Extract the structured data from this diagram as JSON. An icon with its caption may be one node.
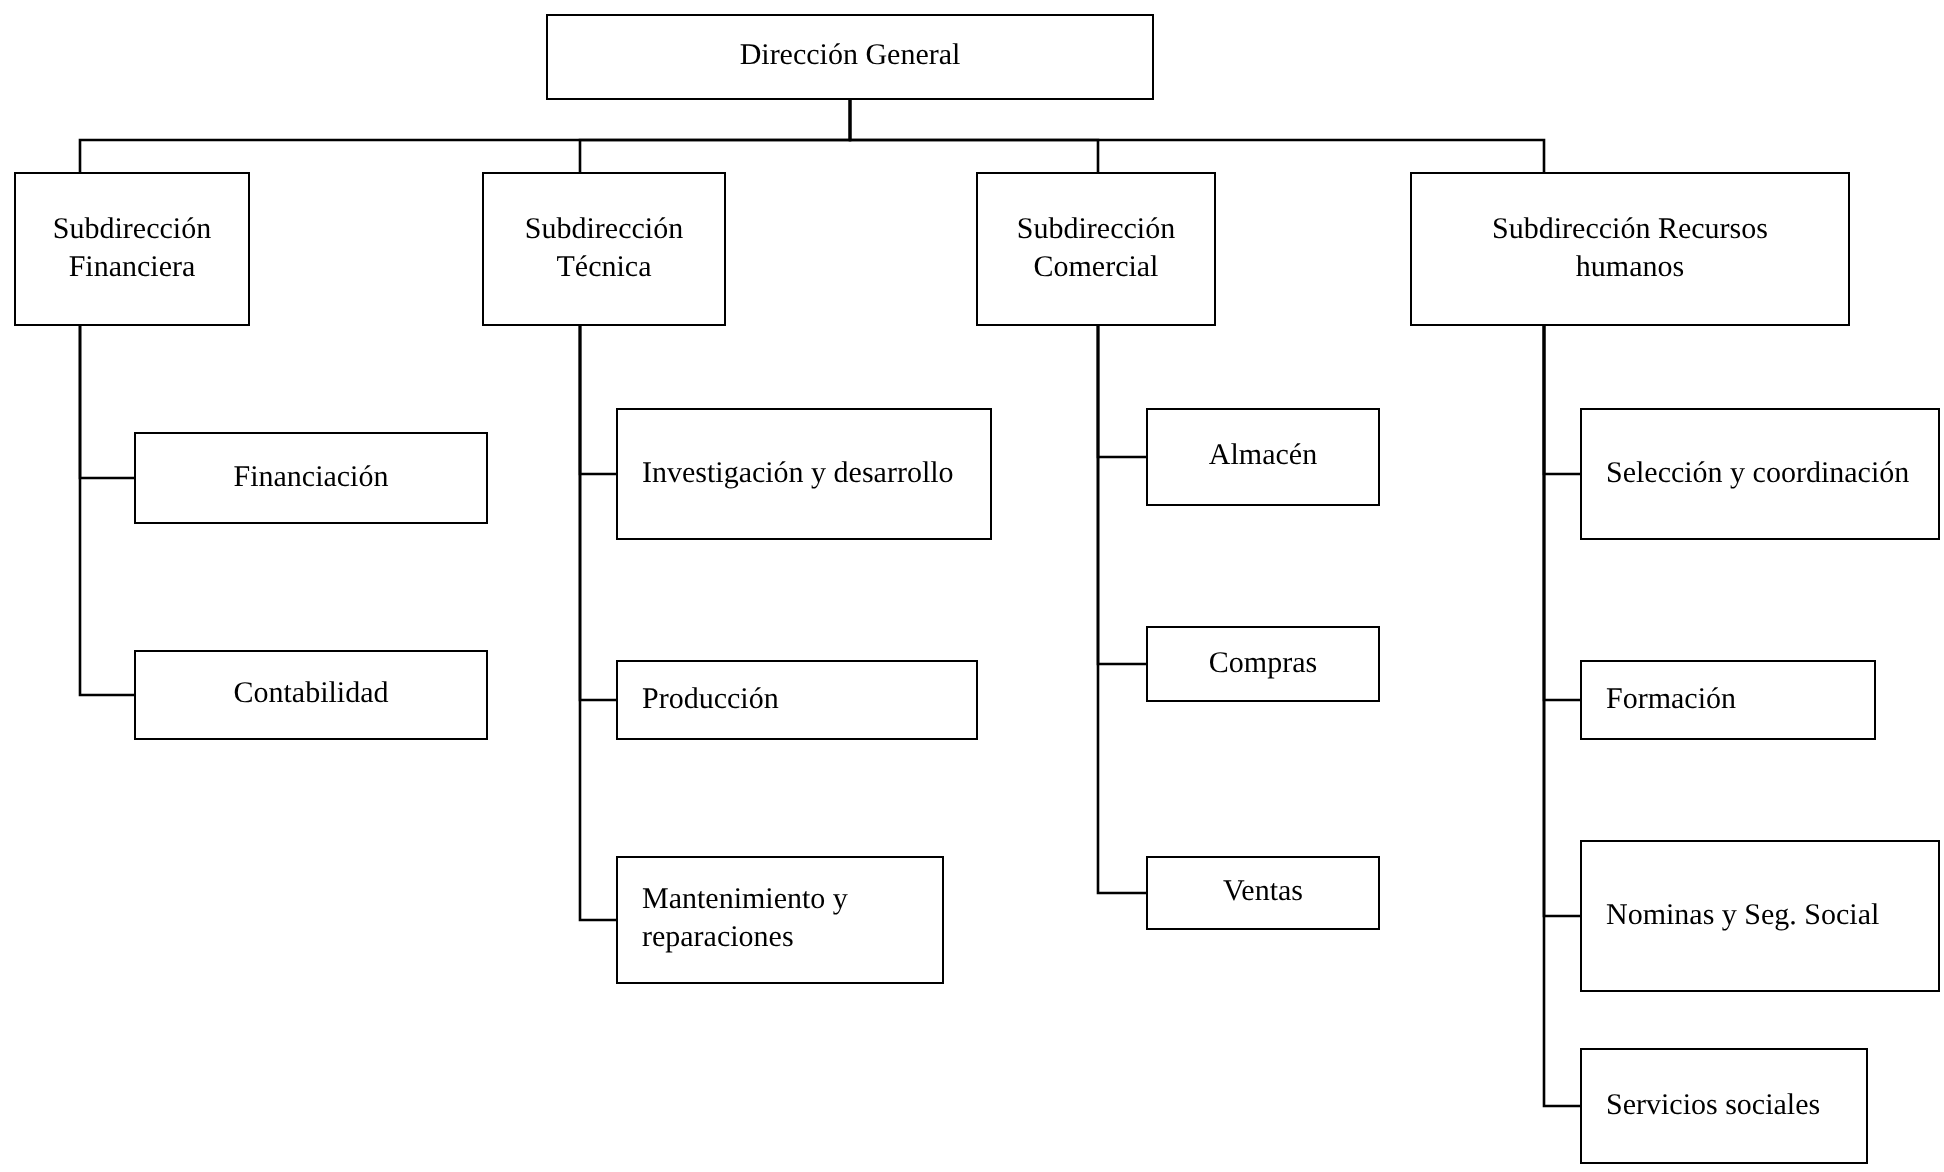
{
  "diagram": {
    "nodes": [
      {
        "text": [
          "Dirección General"
        ]
      },
      {
        "text": [
          "Subdirección Financiera"
        ]
      },
      {
        "text": [
          "Subdirección Técnica"
        ]
      },
      {
        "text": [
          "Subdirección Comercial"
        ]
      },
      {
        "text": [
          "Subdirección Recursos humanos"
        ]
      },
      {
        "text": [
          "Financiación"
        ]
      },
      {
        "text": [
          "Contabilidad"
        ]
      },
      {
        "text": [
          "Investigación y desarrollo"
        ]
      },
      {
        "text": [
          "Producción"
        ]
      },
      {
        "text": [
          "Mantenimiento y reparaciones"
        ]
      },
      {
        "text": [
          "Almacén"
        ]
      },
      {
        "text": [
          "Compras"
        ]
      },
      {
        "text": [
          "Ventas"
        ]
      },
      {
        "text": [
          "Selección y coordinación"
        ]
      },
      {
        "text": [
          "Formación"
        ]
      },
      {
        "text": [
          "Nominas y Seg. Social"
        ]
      },
      {
        "text": [
          "Servicios sociales"
        ]
      }
    ],
    "edges": [
      {
        "from": 0,
        "to": 1,
        "arrow": "none"
      },
      {
        "from": 0,
        "to": 2,
        "arrow": "none"
      },
      {
        "from": 0,
        "to": 3,
        "arrow": "none"
      },
      {
        "from": 0,
        "to": 4,
        "arrow": "none"
      },
      {
        "from": 1,
        "to": 5,
        "arrow": "none"
      },
      {
        "from": 1,
        "to": 6,
        "arrow": "none"
      },
      {
        "from": 2,
        "to": 7,
        "arrow": "none"
      },
      {
        "from": 2,
        "to": 8,
        "arrow": "none"
      },
      {
        "from": 2,
        "to": 9,
        "arrow": "none"
      },
      {
        "from": 3,
        "to": 10,
        "arrow": "none"
      },
      {
        "from": 3,
        "to": 11,
        "arrow": "none"
      },
      {
        "from": 3,
        "to": 12,
        "arrow": "none"
      },
      {
        "from": 4,
        "to": 13,
        "arrow": "none"
      },
      {
        "from": 4,
        "to": 14,
        "arrow": "none"
      },
      {
        "from": 4,
        "to": 15,
        "arrow": "none"
      },
      {
        "from": 4,
        "to": 16,
        "arrow": "none"
      }
    ]
  }
}
